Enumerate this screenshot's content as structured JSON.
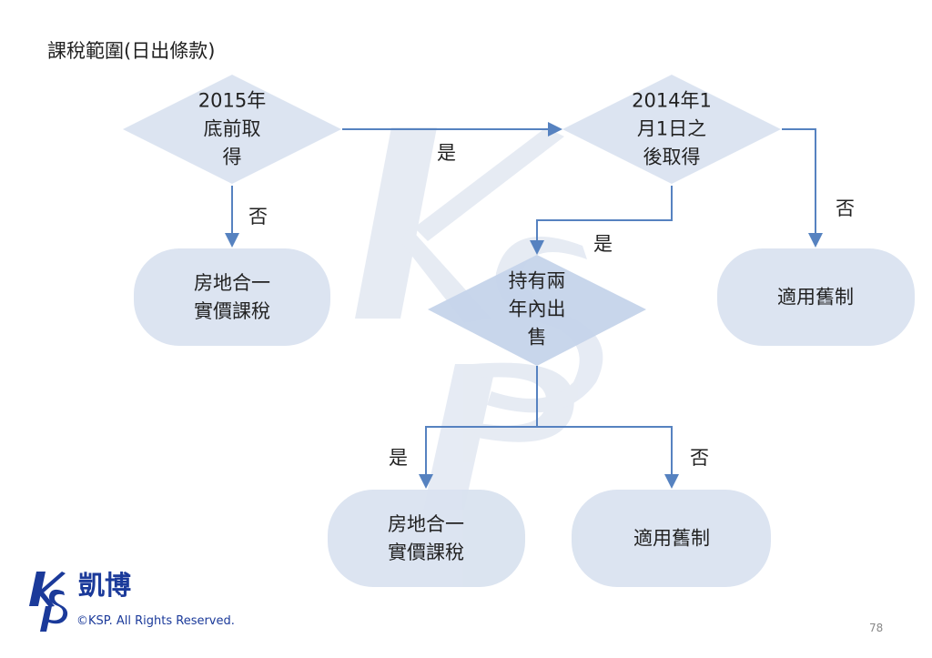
{
  "title": "課稅範圍(日出條款)",
  "nodes": {
    "d1": "2015年\n底前取\n得",
    "d2": "2014年1\n月1日之\n後取得",
    "d3": "持有兩\n年內出\n售",
    "r1": "房地合一\n實價課稅",
    "r2": "適用舊制",
    "r3": "房地合一\n實價課稅",
    "r4": "適用舊制"
  },
  "edges": {
    "e1": "是",
    "e2": "否",
    "e3": "是",
    "e4": "否",
    "e5": "是",
    "e6": "否"
  },
  "footer": {
    "brand": "凱博",
    "logo_text": "KSP",
    "copyright": "©KSP. All Rights Reserved.",
    "page": "78"
  },
  "colors": {
    "fill": "#dae3f0",
    "line": "#5682c0",
    "brand": "#1b3a9a"
  }
}
